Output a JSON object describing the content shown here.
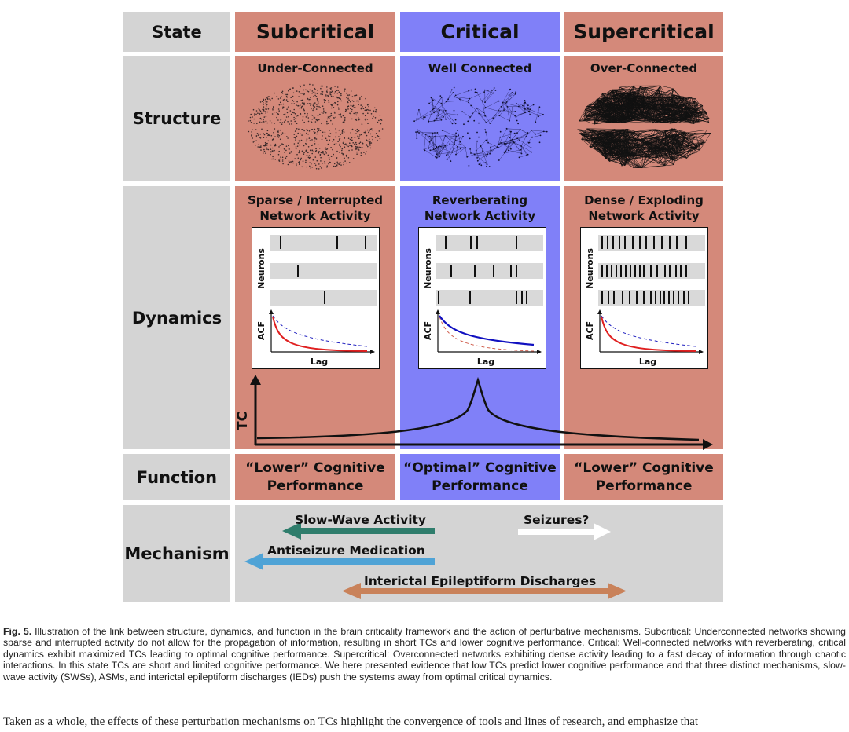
{
  "figure": {
    "header_row": {
      "state_label": "State",
      "columns": [
        "Subcritical",
        "Critical",
        "Supercritical"
      ]
    },
    "rows": {
      "structure": "Structure",
      "dynamics": "Dynamics",
      "function": "Function",
      "mechanism": "Mechanism"
    },
    "structure_labels": [
      "Under-Connected",
      "Well Connected",
      "Over-Connected"
    ],
    "dynamics_labels": [
      [
        "Sparse / Interrupted",
        "Network Activity"
      ],
      [
        "Reverberating",
        "Network Activity"
      ],
      [
        "Dense / Exploding",
        "Network Activity"
      ]
    ],
    "panel_axes": {
      "neurons": "Neurons",
      "acf": "ACF",
      "lag": "Lag"
    },
    "tc_axis_label": "TC",
    "function_labels": [
      "“Lower” Cognitive\nPerformance",
      "“Optimal” Cognitive\nPerformance",
      "“Lower” Cognitive\nPerformance"
    ],
    "mechanisms": {
      "slow_wave": "Slow-Wave Activity",
      "seizures": "Seizures?",
      "antiseizure": "Antiseizure Medication",
      "ieds": "Interictal Epileptiform Discharges"
    },
    "colors": {
      "subcritical": "#d4897a",
      "critical": "#8080f8",
      "label_gray": "#d4d4d4",
      "slow_wave_arrow": "#2f7d6c",
      "antiseizure_arrow": "#4fa3d6",
      "ied_arrow": "#c9825a",
      "seizure_arrow": "#ffffff",
      "acf_solid_red": "#e02020",
      "acf_solid_blue": "#1010c0",
      "acf_dashed_blue": "#2020c0",
      "acf_dashed_red": "#d06050"
    }
  },
  "caption": {
    "label": "Fig. 5.",
    "text": "Illustration of the link between structure, dynamics, and function in the brain criticality framework and the action of perturbative mechanisms. Subcritical: Underconnected networks showing sparse and interrupted activity do not allow for the propagation of information, resulting in short TCs and lower cognitive performance. Critical: Well-connected networks with reverberating, critical dynamics exhibit maximized TCs leading to optimal cognitive performance. Supercritical: Overconnected networks exhibiting dense activity leading to a fast decay of information through chaotic interactions. In this state TCs are short and limited cognitive performance. We here presented evidence that low TCs predict lower cognitive performance and that three distinct mechanisms, slow-wave activity (SWSs), ASMs, and interictal epileptiform discharges (IEDs) push the systems away from optimal critical dynamics."
  },
  "body_text": "Taken as a whole, the effects of these perturbation mechanisms on TCs highlight the convergence of tools and lines of research, and emphasize that"
}
